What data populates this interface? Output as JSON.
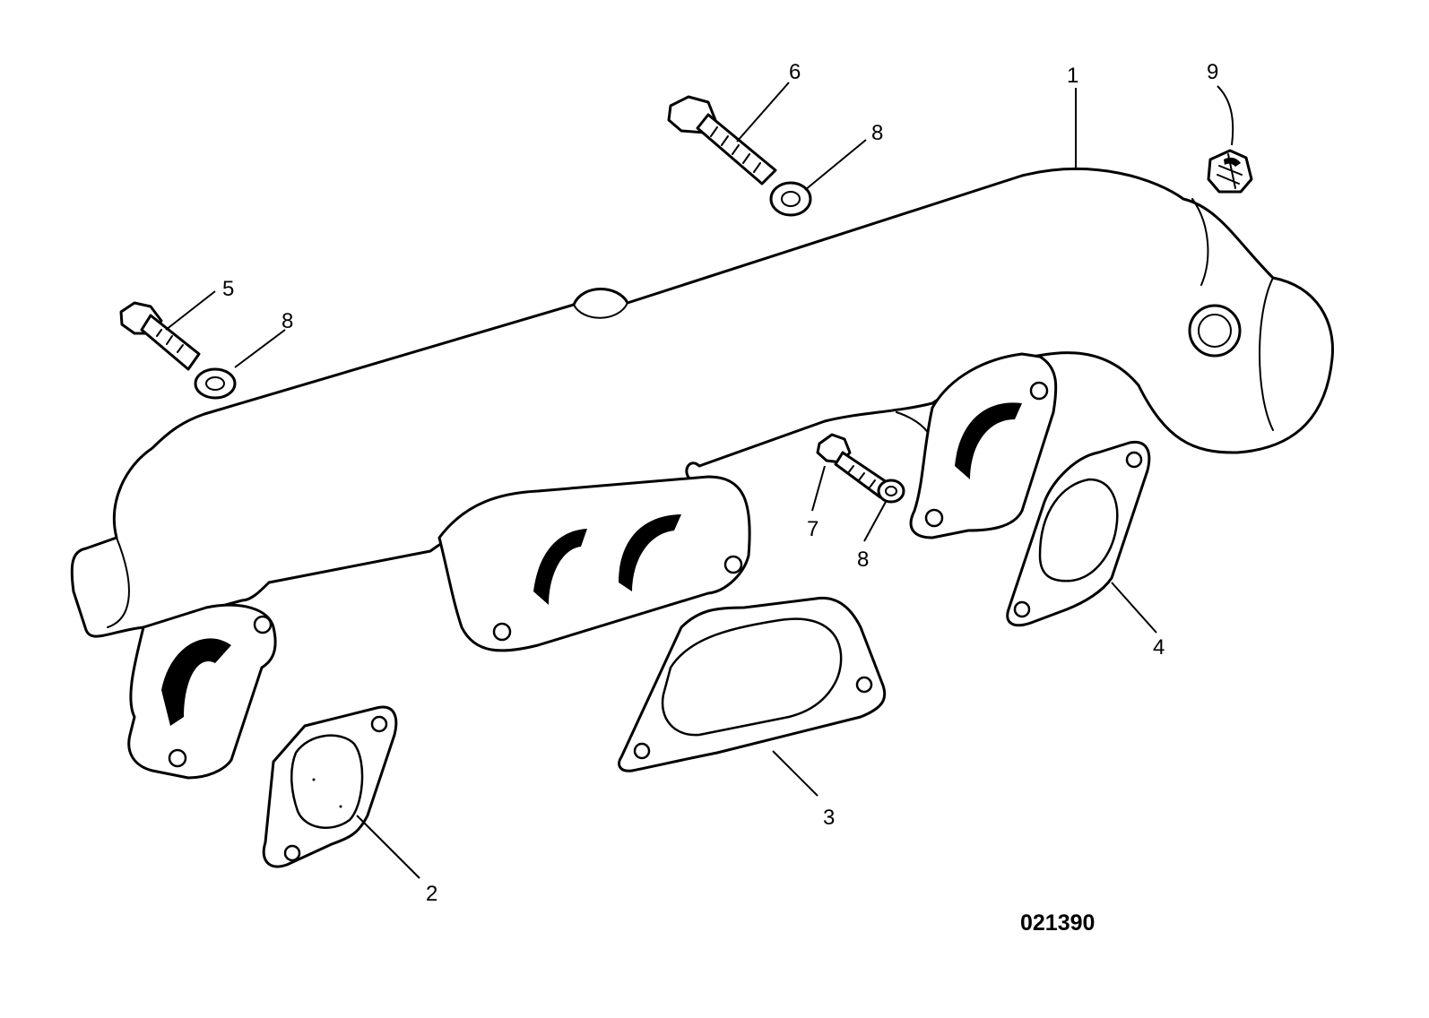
{
  "callouts": [
    {
      "id": "1",
      "text": "1"
    },
    {
      "id": "2",
      "text": "2"
    },
    {
      "id": "3",
      "text": "3"
    },
    {
      "id": "4",
      "text": "4"
    },
    {
      "id": "5",
      "text": "5"
    },
    {
      "id": "6",
      "text": "6"
    },
    {
      "id": "7",
      "text": "7"
    },
    {
      "id": "8a",
      "text": "8"
    },
    {
      "id": "8b",
      "text": "8"
    },
    {
      "id": "8c",
      "text": "8"
    },
    {
      "id": "9",
      "text": "9"
    }
  ],
  "drawing_number": "021390"
}
